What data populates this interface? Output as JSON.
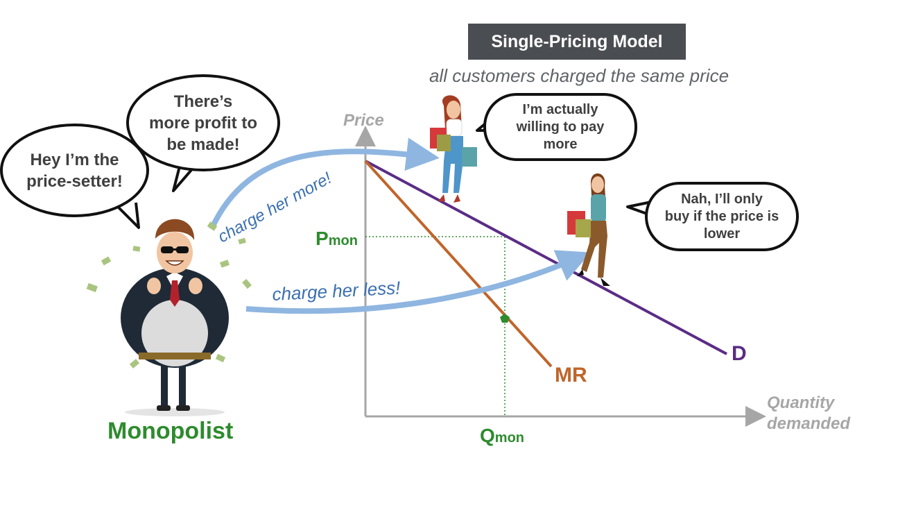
{
  "title": "Single-Pricing Model",
  "subtitle": "all customers charged the same price",
  "bubbles": {
    "monopolist_left": [
      "Hey I’m the",
      "price-setter!"
    ],
    "monopolist_right": [
      "There’s",
      "more profit to",
      "be made!"
    ],
    "customer_high": [
      "I’m actually",
      "willing to pay",
      "more"
    ],
    "customer_low": [
      "Nah, I’ll only",
      "buy if the price is",
      "lower"
    ]
  },
  "labels": {
    "monopolist": "Monopolist",
    "axis_y": "Price",
    "axis_x_line1": "Quantity",
    "axis_x_line2": "demanded",
    "pmon_main": "P",
    "pmon_sub": "mon",
    "qmon_main": "Q",
    "qmon_sub": "mon",
    "mr": "MR",
    "d": "D"
  },
  "arrows": {
    "charge_more": "charge her more!",
    "charge_less": "charge her less!"
  },
  "colors": {
    "demand": "#5b2c86",
    "mr": "#c0652a",
    "guide": "#2e8b2e",
    "arrow": "#8fb6e0",
    "axis": "#a6a6a6"
  }
}
